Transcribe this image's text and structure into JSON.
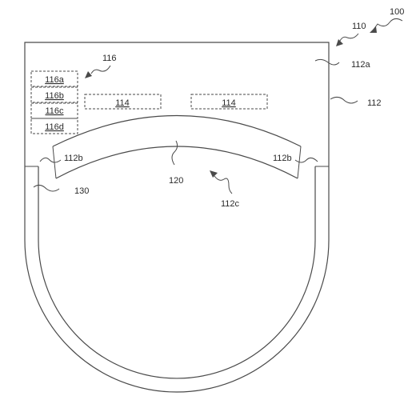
{
  "labels": {
    "fig_100": "100",
    "ref_110": "110",
    "ref_112a": "112a",
    "ref_112": "112",
    "ref_116": "116",
    "ref_116a": "116a",
    "ref_116b": "116b",
    "ref_116c": "116c",
    "ref_116d": "116d",
    "ref_114_left": "114",
    "ref_114_right": "114",
    "ref_112b_left": "112b",
    "ref_112b_right": "112b",
    "ref_120": "120",
    "ref_130": "130",
    "ref_112c": "112c"
  }
}
